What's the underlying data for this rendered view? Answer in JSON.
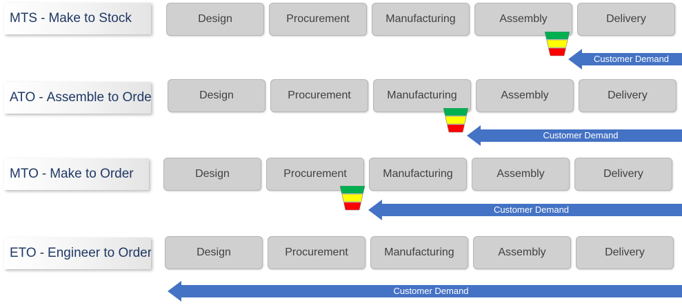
{
  "strategies": [
    {
      "code": "MTS",
      "name": "Make to Stock"
    },
    {
      "code": "ATO",
      "name": "Assemble to Order"
    },
    {
      "code": "MTO",
      "name": "Make to Order"
    },
    {
      "code": "ETO",
      "name": "Engineer to Order"
    }
  ],
  "stages": [
    "Design",
    "Procurement",
    "Manufacturing",
    "Assembly",
    "Delivery"
  ],
  "dash": "-",
  "demand_label": "Customer Demand",
  "colors": {
    "stage_fill": "#d0d0d0",
    "arrow": "#4472c4",
    "buffer_green": "#00b050",
    "buffer_yellow": "#ffff00",
    "buffer_red": "#ff0000",
    "label_text": "#1f3864"
  }
}
